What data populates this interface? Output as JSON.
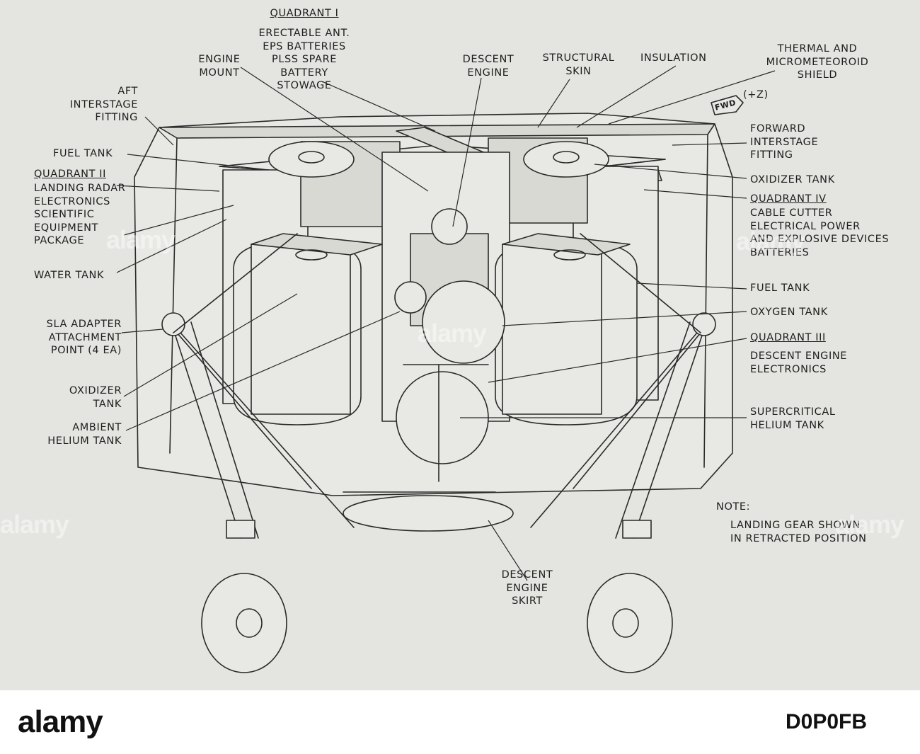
{
  "labels": {
    "quadrant_1": "QUADRANT I",
    "quadrant_1_items": "ERECTABLE ANT.\nEPS BATTERIES\nPLSS SPARE\nBATTERY\nSTOWAGE",
    "engine_mount": "ENGINE\nMOUNT",
    "descent_engine": "DESCENT\nENGINE",
    "structural_skin": "STRUCTURAL\nSKIN",
    "insulation": "INSULATION",
    "thermal_shield": "THERMAL AND\nMICROMETEOROID\nSHIELD",
    "fwd": "FWD",
    "plus_z": "(+Z)",
    "aft_interstage": "AFT\nINTERSTAGE\nFITTING",
    "forward_interstage": "FORWARD\nINTERSTAGE\nFITTING",
    "fuel_tank_left": "FUEL TANK",
    "quadrant_2": "QUADRANT II",
    "quadrant_2_items": "LANDING RADAR\nELECTRONICS\nSCIENTIFIC\nEQUIPMENT\nPACKAGE",
    "water_tank": "WATER TANK",
    "oxidizer_tank_right": "OXIDIZER TANK",
    "quadrant_4": "QUADRANT IV",
    "quadrant_4_items": "CABLE CUTTER\nELECTRICAL POWER\nAND EXPLOSIVE DEVICES\nBATTERIES",
    "fuel_tank_right": "FUEL TANK",
    "oxygen_tank": "OXYGEN TANK",
    "quadrant_3": "QUADRANT III",
    "quadrant_3_items": "DESCENT ENGINE\nELECTRONICS",
    "sla_adapter": "SLA ADAPTER\nATTACHMENT\nPOINT (4 EA)",
    "oxidizer_tank_left": "OXIDIZER\nTANK",
    "ambient_helium": "AMBIENT\nHELIUM TANK",
    "supercritical_helium": "SUPERCRITICAL\nHELIUM TANK",
    "note": "NOTE:",
    "note_text": "LANDING GEAR SHOWN\nIN RETRACTED POSITION",
    "descent_engine_skirt": "DESCENT\nENGINE\nSKIRT"
  },
  "watermark": {
    "logo": "alamy",
    "image_id": "D0P0FB",
    "stamp": "a"
  }
}
